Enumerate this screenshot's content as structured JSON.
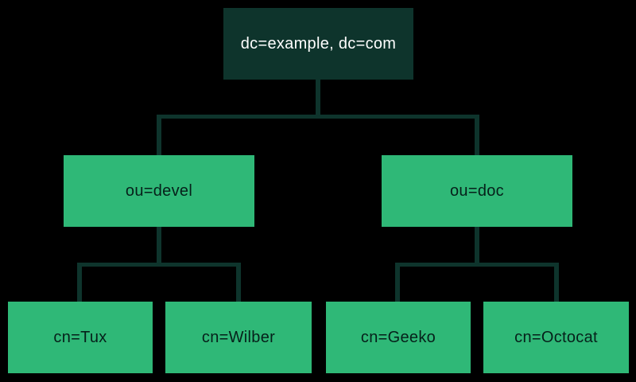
{
  "diagram": {
    "type": "ldap-directory-tree",
    "colors": {
      "background": "#000000",
      "root_node_fill": "#0E342C",
      "root_node_text": "#FFFFFF",
      "node_fill": "#2FB877",
      "node_text": "#06201A",
      "connector": "#0E342C"
    },
    "nodes": {
      "root": {
        "label": "dc=example, dc=com",
        "level": 0
      },
      "devel": {
        "label": "ou=devel",
        "level": 1,
        "parent": "root"
      },
      "doc": {
        "label": "ou=doc",
        "level": 1,
        "parent": "root"
      },
      "tux": {
        "label": "cn=Tux",
        "level": 2,
        "parent": "devel"
      },
      "wilber": {
        "label": "cn=Wilber",
        "level": 2,
        "parent": "devel"
      },
      "geeko": {
        "label": "cn=Geeko",
        "level": 2,
        "parent": "doc"
      },
      "octocat": {
        "label": "cn=Octocat",
        "level": 2,
        "parent": "doc"
      }
    }
  }
}
